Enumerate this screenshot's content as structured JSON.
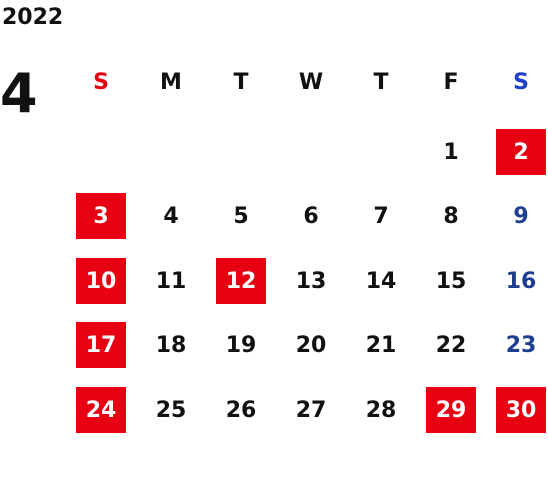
{
  "calendar": {
    "year": "2022",
    "month": "4",
    "weekdays": [
      {
        "label": "S",
        "color": "#e60012"
      },
      {
        "label": "M",
        "color": "#111111"
      },
      {
        "label": "T",
        "color": "#111111"
      },
      {
        "label": "W",
        "color": "#111111"
      },
      {
        "label": "T",
        "color": "#111111"
      },
      {
        "label": "F",
        "color": "#111111"
      },
      {
        "label": "S",
        "color": "#1e3fc8"
      }
    ],
    "colors": {
      "holiday_bg": "#e60012",
      "saturday_text": "#1e3f8f",
      "default_text": "#111111"
    },
    "weeks": [
      [
        {
          "day": ""
        },
        {
          "day": ""
        },
        {
          "day": ""
        },
        {
          "day": ""
        },
        {
          "day": ""
        },
        {
          "day": "1"
        },
        {
          "day": "2",
          "style": "red"
        }
      ],
      [
        {
          "day": "3",
          "style": "red"
        },
        {
          "day": "4"
        },
        {
          "day": "5"
        },
        {
          "day": "6"
        },
        {
          "day": "7"
        },
        {
          "day": "8"
        },
        {
          "day": "9",
          "style": "blue"
        }
      ],
      [
        {
          "day": "10",
          "style": "red"
        },
        {
          "day": "11"
        },
        {
          "day": "12",
          "style": "red"
        },
        {
          "day": "13"
        },
        {
          "day": "14"
        },
        {
          "day": "15"
        },
        {
          "day": "16",
          "style": "blue"
        }
      ],
      [
        {
          "day": "17",
          "style": "red"
        },
        {
          "day": "18"
        },
        {
          "day": "19"
        },
        {
          "day": "20"
        },
        {
          "day": "21"
        },
        {
          "day": "22"
        },
        {
          "day": "23",
          "style": "blue"
        }
      ],
      [
        {
          "day": "24",
          "style": "red"
        },
        {
          "day": "25"
        },
        {
          "day": "26"
        },
        {
          "day": "27"
        },
        {
          "day": "28"
        },
        {
          "day": "29",
          "style": "red"
        },
        {
          "day": "30",
          "style": "red"
        }
      ]
    ]
  }
}
